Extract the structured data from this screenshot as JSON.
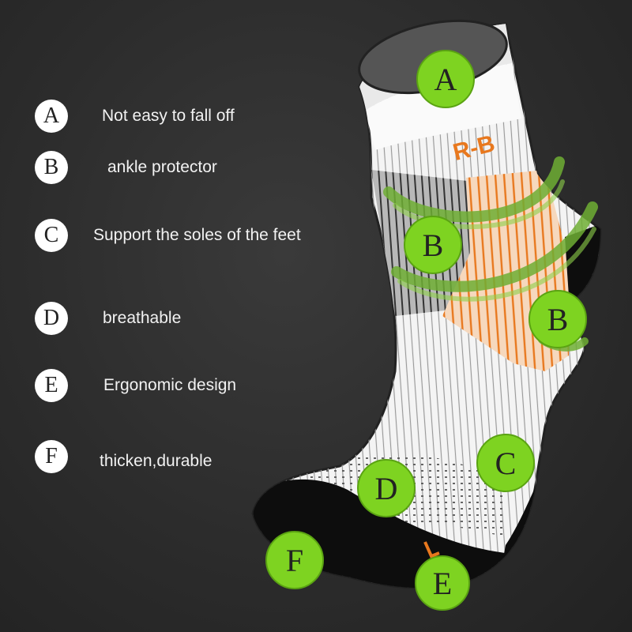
{
  "legend": [
    {
      "letter": "A",
      "text": "Not easy to fall off"
    },
    {
      "letter": "B",
      "text": "ankle protector"
    },
    {
      "letter": "C",
      "text": "Support the soles of the feet"
    },
    {
      "letter": "D",
      "text": "breathable"
    },
    {
      "letter": "E",
      "text": "Ergonomic design"
    },
    {
      "letter": "F",
      "text": "thicken,durable"
    }
  ],
  "sock": {
    "brand_text": "R-B",
    "callouts": [
      "A",
      "B",
      "B",
      "C",
      "D",
      "E",
      "F"
    ]
  },
  "colors": {
    "background": "#2c2c2c",
    "callout_green": "#7ed321",
    "brand_orange": "#e8781e",
    "sole_black": "#0d0d0d"
  }
}
